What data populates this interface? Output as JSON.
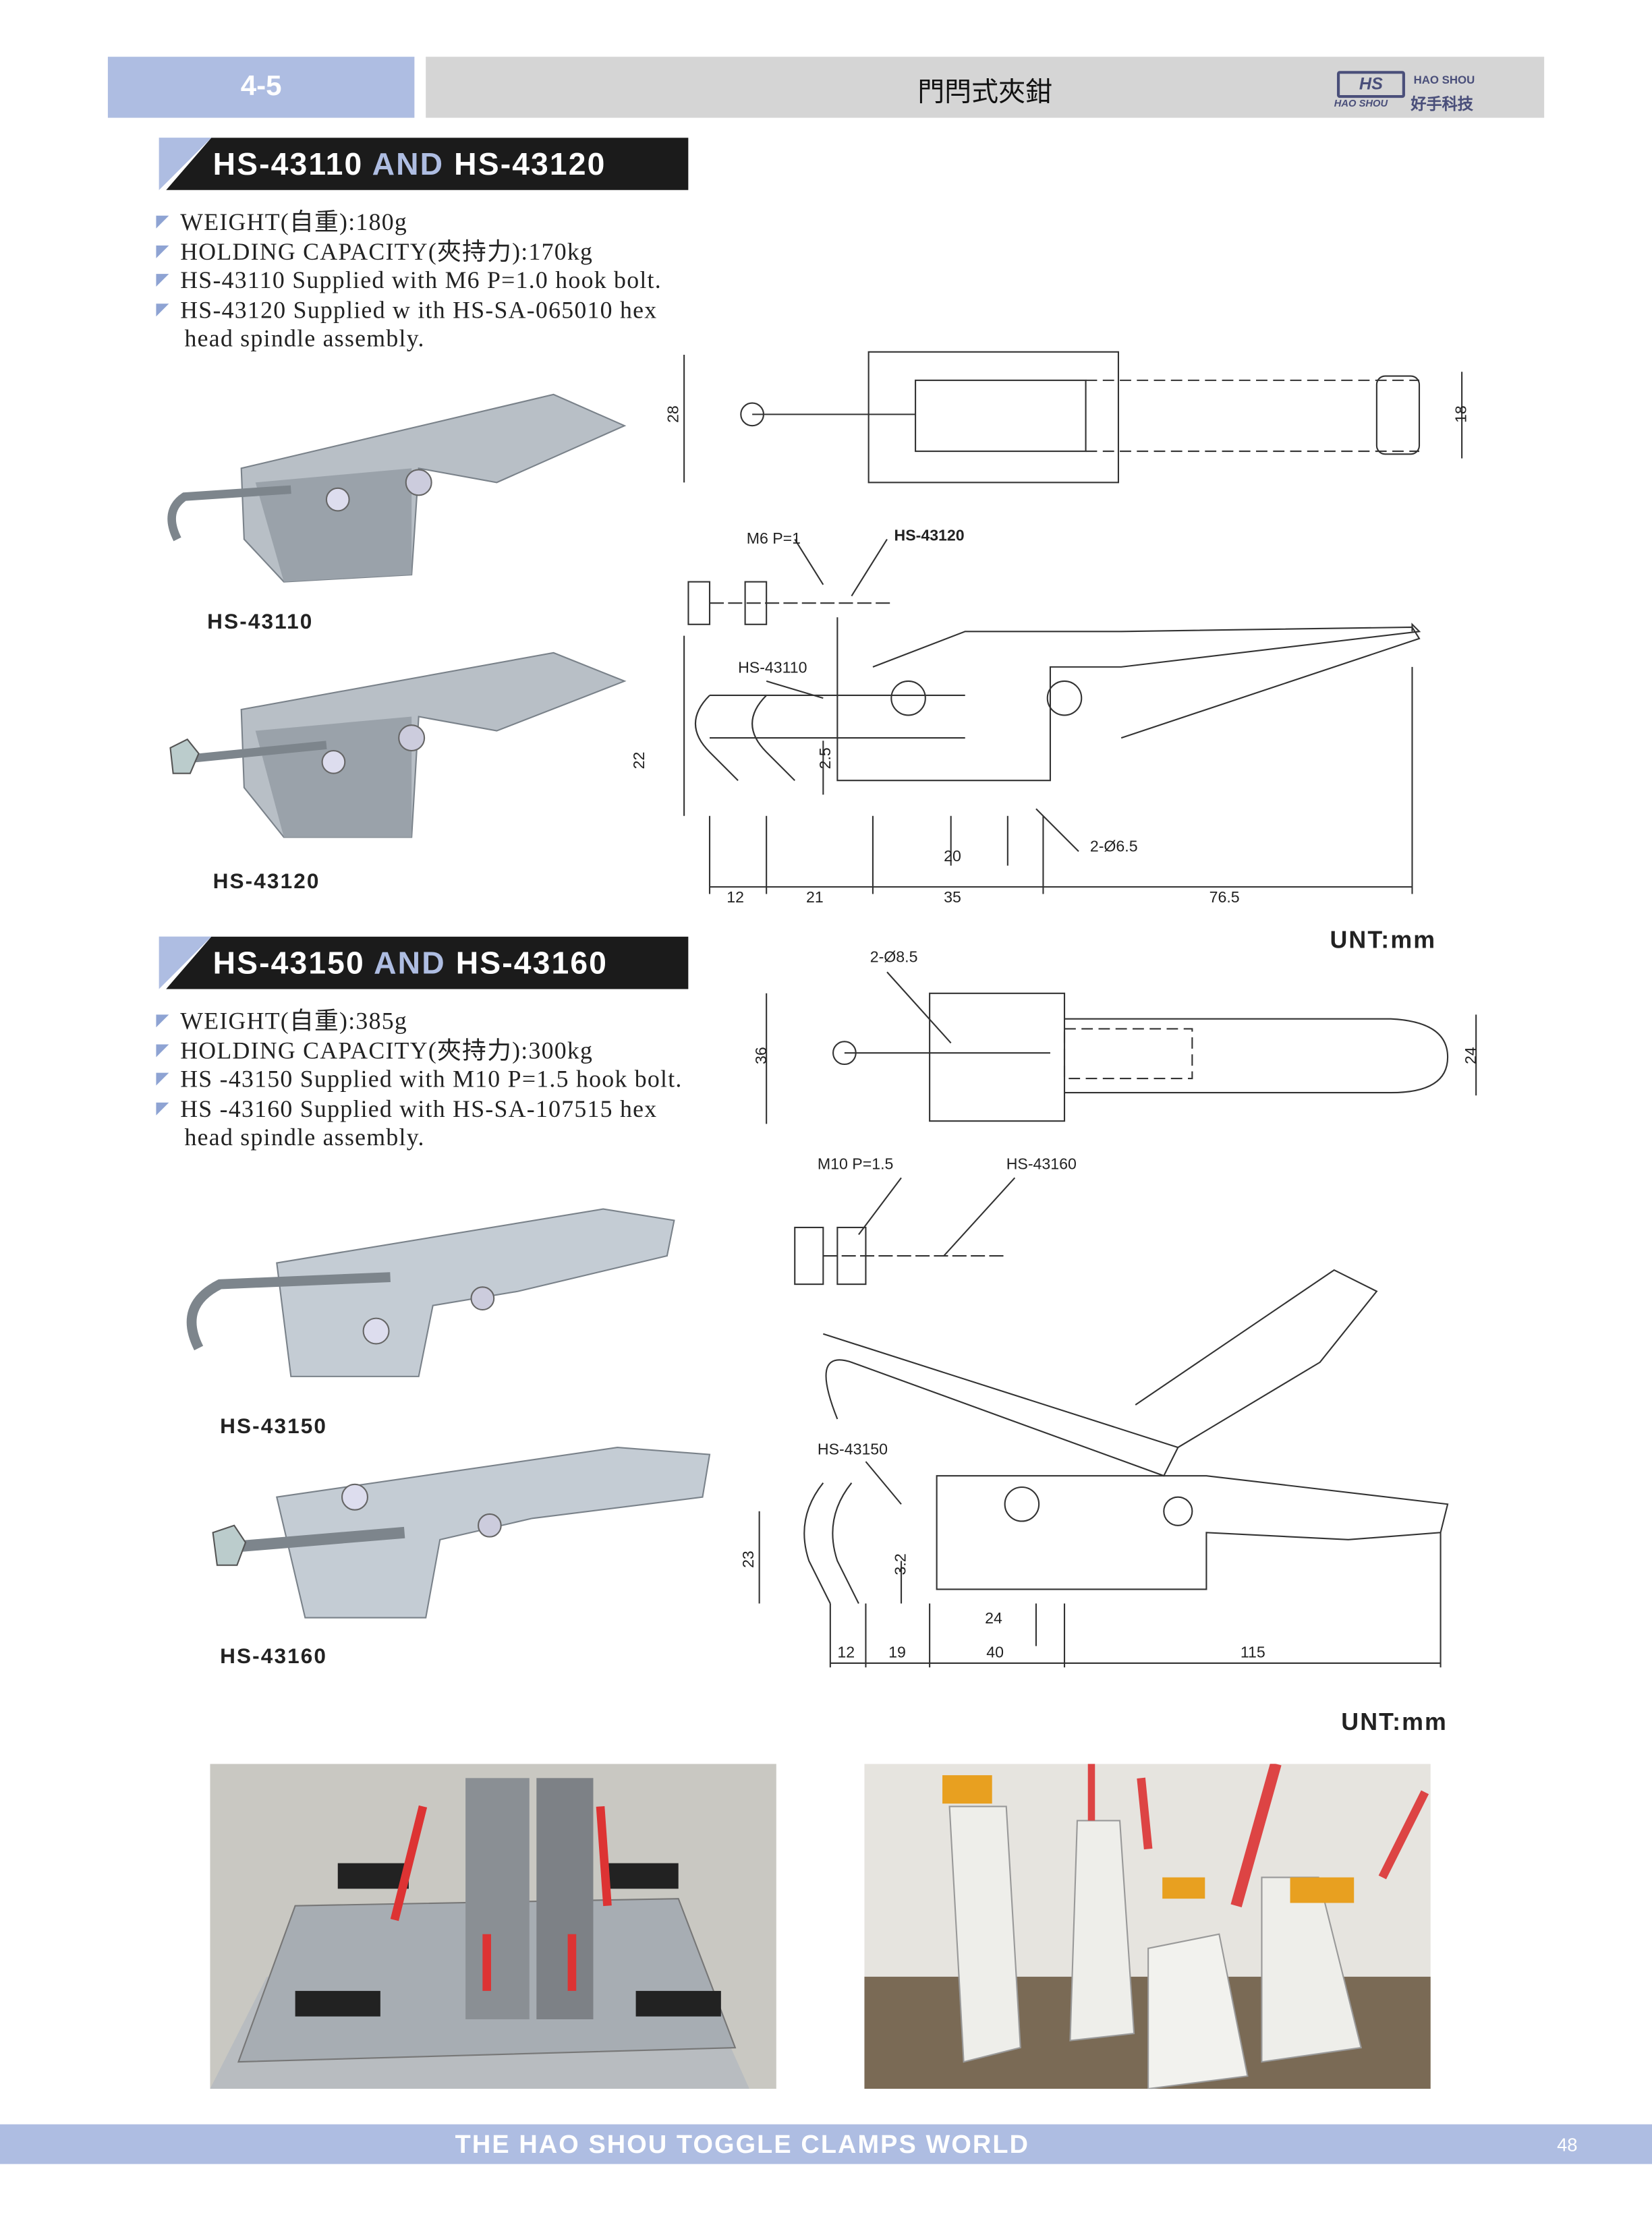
{
  "header": {
    "section_number": "4-5",
    "title": "門閂式夾鉗",
    "logo": {
      "mark": "HS",
      "brand_en": "HAO SHOU",
      "brand_sub": "HAO SHOU",
      "brand_cn": "好手科技"
    }
  },
  "section1": {
    "title_a": "HS-43110",
    "title_and": "AND",
    "title_b": "HS-43120",
    "bullets": [
      "WEIGHT(自重):180g",
      "HOLDING CAPACITY(夾持力):170kg",
      "HS-43110 Supplied with M6 P=1.0 hook bolt.",
      "HS-43120 Supplied w ith  HS-SA-065010 hex"
    ],
    "bullet_cont": "head spindle assembly.",
    "photo_labels": [
      "HS-43110",
      "HS-43120"
    ],
    "drawing": {
      "dims": [
        "28",
        "18",
        "22",
        "2.5",
        "20",
        "12",
        "21",
        "35",
        "76.5"
      ],
      "callouts": [
        "M6 P=1",
        "HS-43120",
        "HS-43110",
        "2-Ø6.5"
      ]
    },
    "unit": "UNT:mm"
  },
  "section2": {
    "title_a": "HS-43150",
    "title_and": "AND",
    "title_b": "HS-43160",
    "bullets": [
      "WEIGHT(自重):385g",
      "HOLDING CAPACITY(夾持力):300kg",
      "HS -43150 Supplied with M10 P=1.5 hook bolt.",
      "HS -43160 Supplied with  HS-SA-107515 hex"
    ],
    "bullet_cont": "head spindle assembly.",
    "photo_labels": [
      "HS-43150",
      "HS-43160"
    ],
    "drawing": {
      "dims": [
        "36",
        "24",
        "23",
        "3.2",
        "24",
        "12",
        "19",
        "40",
        "115"
      ],
      "callouts": [
        "2-Ø8.5",
        "M10 P=1.5",
        "HS-43160",
        "HS-43150"
      ]
    },
    "unit": "UNT:mm"
  },
  "footer": {
    "text": "THE HAO SHOU TOGGLE CLAMPS WORLD",
    "page": "48"
  }
}
